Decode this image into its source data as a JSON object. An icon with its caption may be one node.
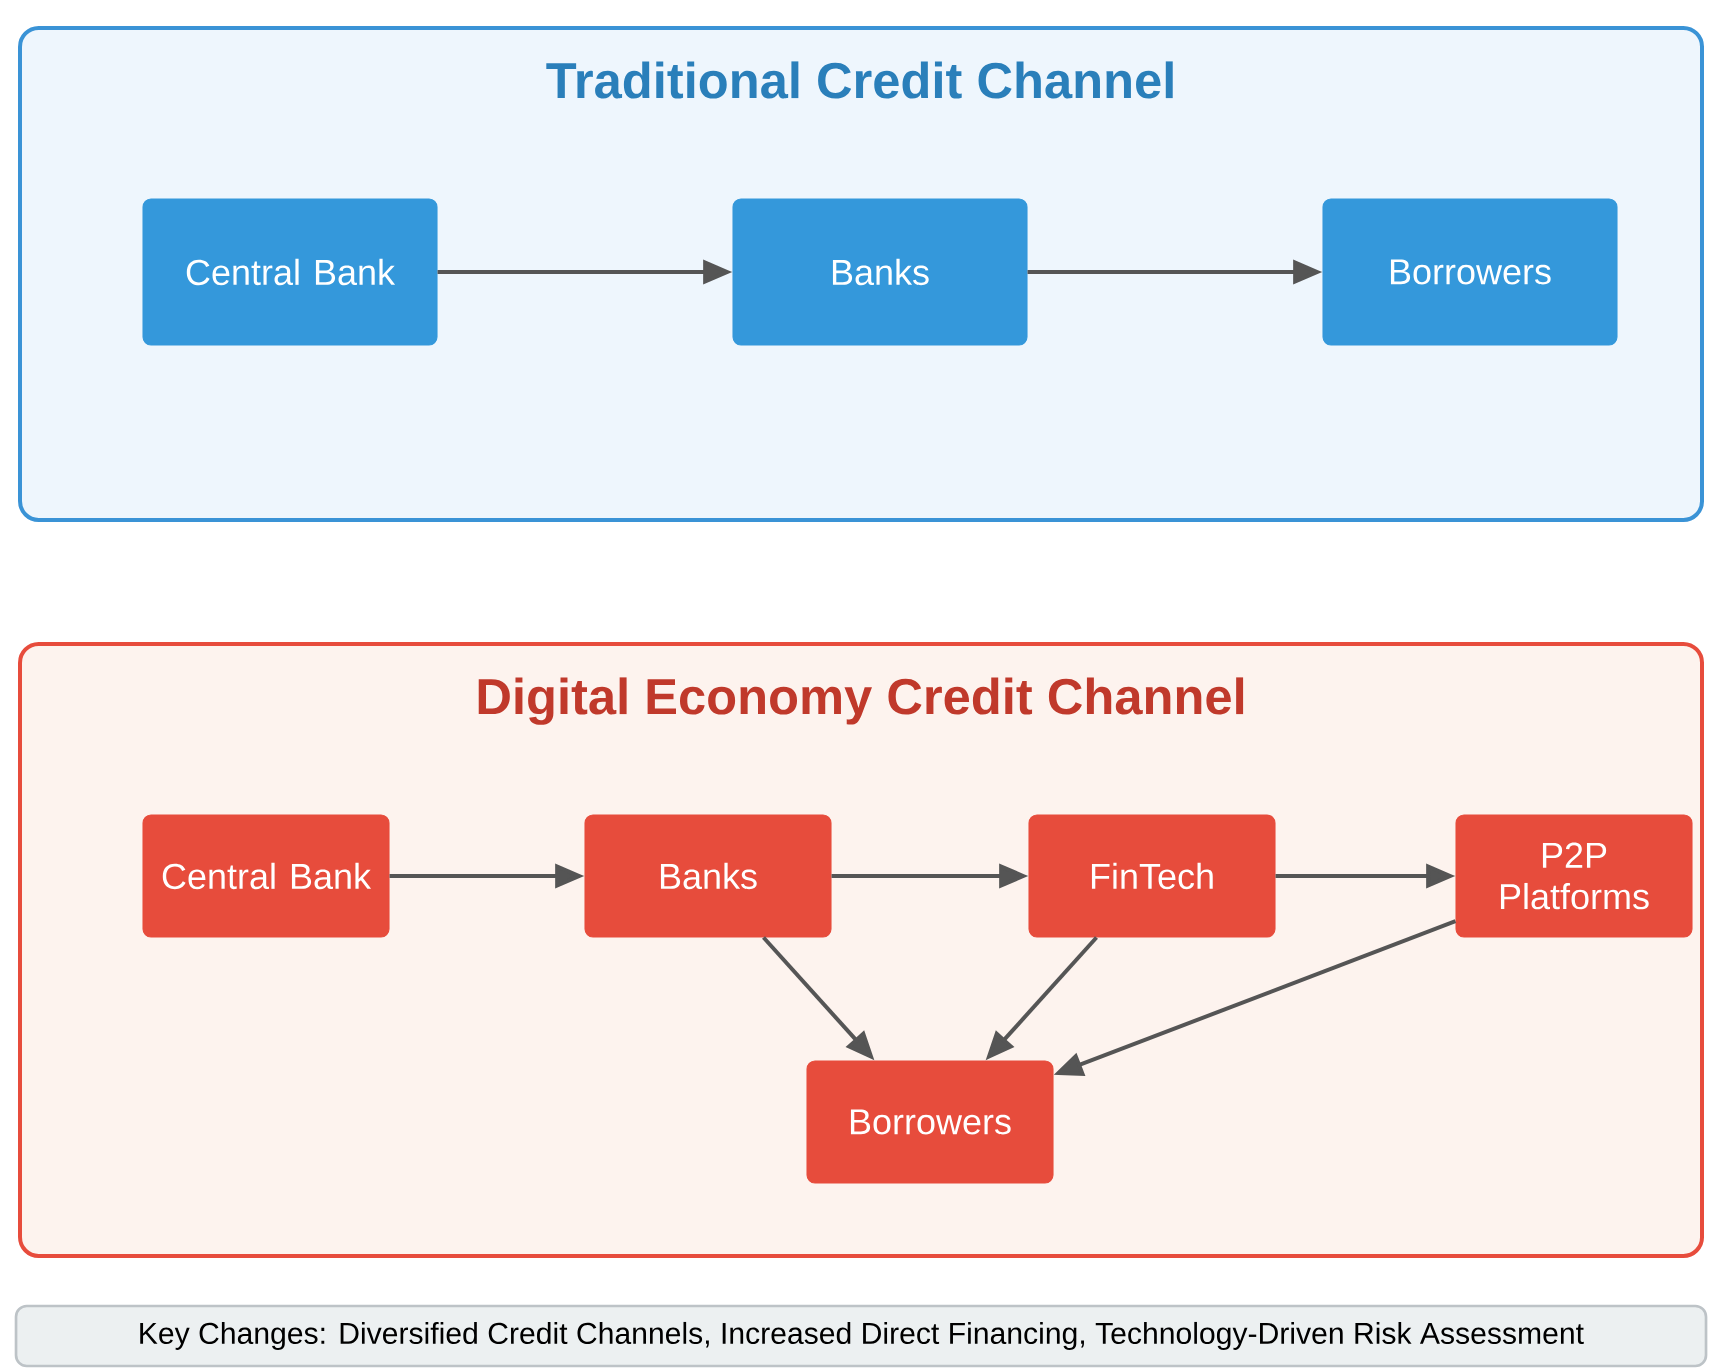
{
  "diagram": {
    "nodes": [
      {
        "text": [
          "Traditional Credit Channel"
        ]
      },
      {
        "text": [
          "Central Bank"
        ],
        "in": 0
      },
      {
        "text": [
          "Banks"
        ],
        "in": 0
      },
      {
        "text": [
          "Borrowers"
        ],
        "in": 0
      },
      {
        "text": [
          "Digital Economy Credit Channel"
        ]
      },
      {
        "text": [
          "Central Bank"
        ],
        "in": 4
      },
      {
        "text": [
          "Banks"
        ],
        "in": 4
      },
      {
        "text": [
          "FinTech"
        ],
        "in": 4
      },
      {
        "text": [
          "P2P Platforms"
        ],
        "in": 4
      },
      {
        "text": [
          "Borrowers"
        ],
        "in": 4
      },
      {
        "text": [
          "Key Changes: Diversified Credit Channels, Increased Direct Financing, Technology-Driven Risk Assessment"
        ]
      }
    ],
    "edges": [
      {
        "from": 1,
        "to": 2,
        "arrow": "to"
      },
      {
        "from": 2,
        "to": 3,
        "arrow": "to"
      },
      {
        "from": 5,
        "to": 6,
        "arrow": "to"
      },
      {
        "from": 6,
        "to": 7,
        "arrow": "to"
      },
      {
        "from": 7,
        "to": 8,
        "arrow": "to"
      },
      {
        "from": 6,
        "to": 9,
        "arrow": "to"
      },
      {
        "from": 7,
        "to": 9,
        "arrow": "to"
      },
      {
        "from": 8,
        "to": 9,
        "arrow": "to"
      }
    ]
  }
}
